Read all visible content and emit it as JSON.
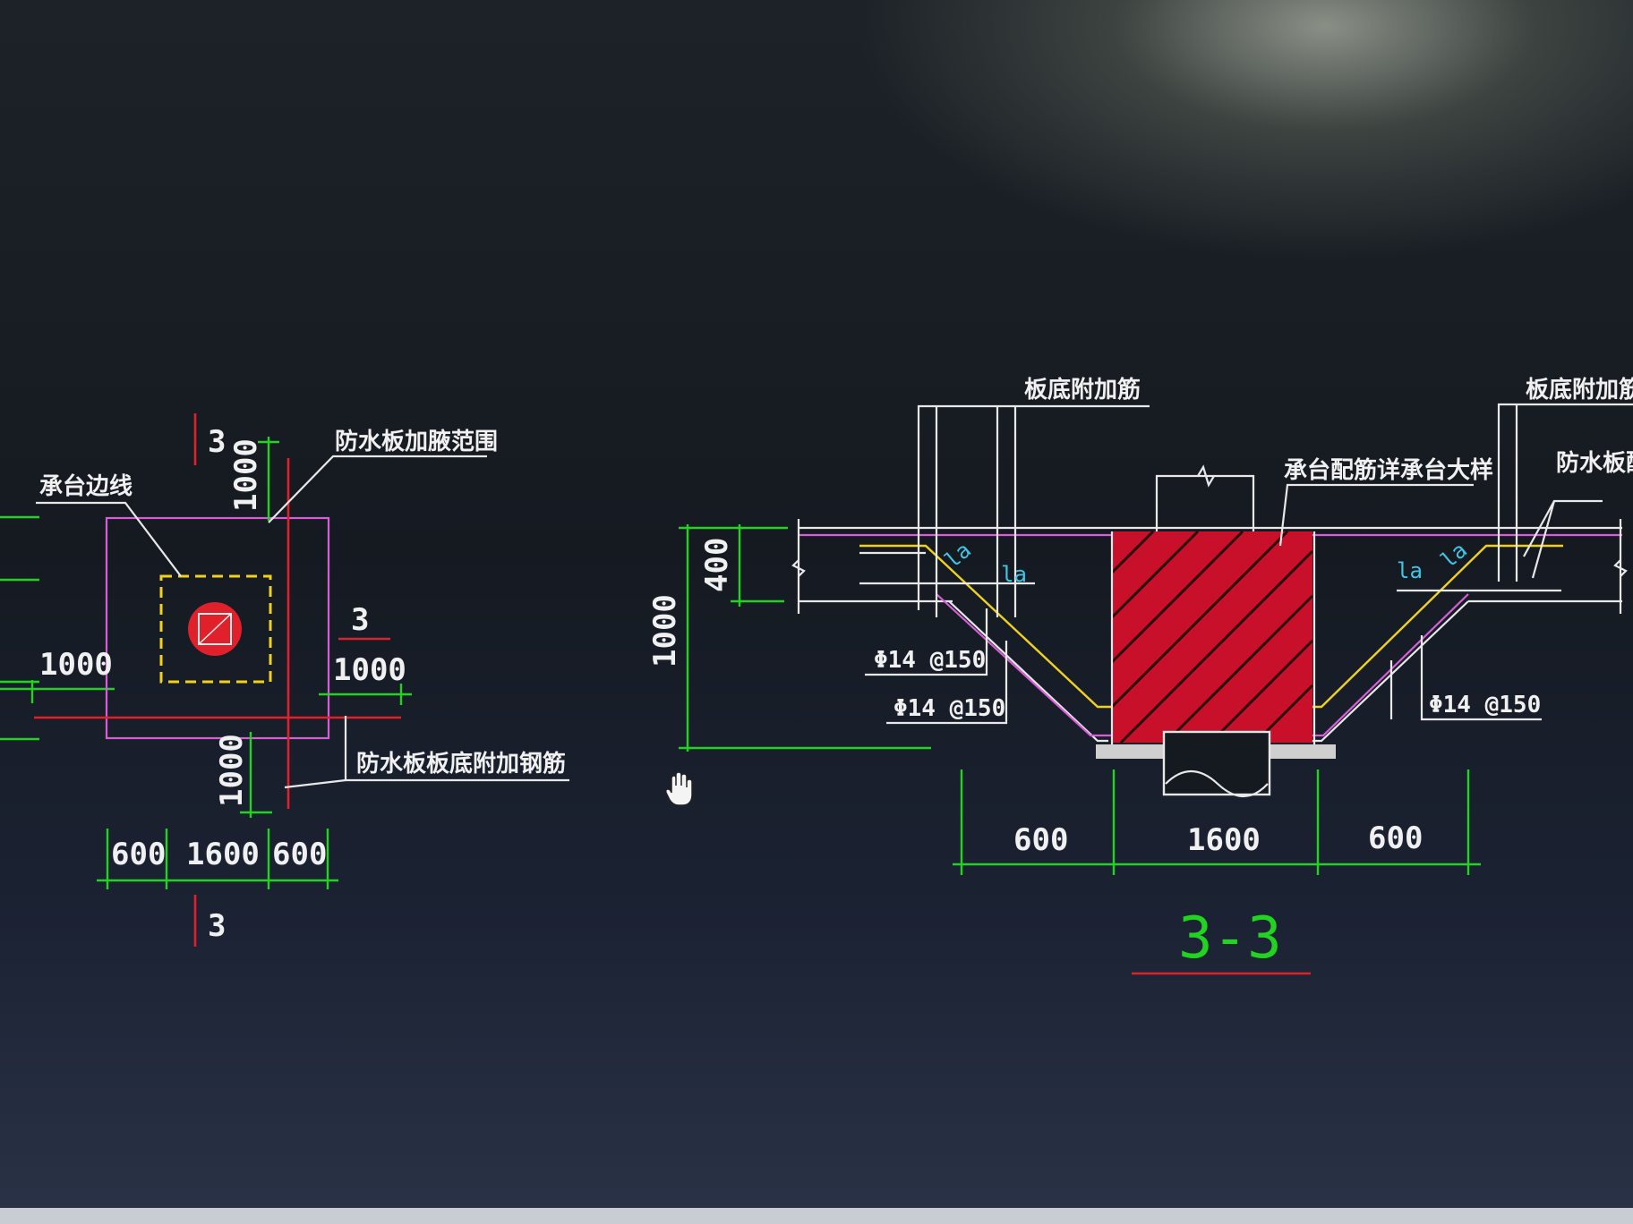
{
  "plan": {
    "section_mark": "3",
    "labels": {
      "cap_edge": "承台边线",
      "waterproof_extent": "防水板加腋范围",
      "bottom_added_bars": "防水板板底附加钢筋"
    },
    "dims": {
      "top_vertical": "1000",
      "left_horizontal": "1000",
      "right_horizontal": "1000",
      "bottom_vertical": "1000",
      "bottom_left": "600",
      "bottom_mid": "1600",
      "bottom_right": "600"
    }
  },
  "section": {
    "title": "3-3",
    "labels": {
      "bottom_added_left": "板底附加筋",
      "bottom_added_right": "板底附加筋",
      "cap_reinf_note": "承台配筋详承台大样",
      "waterproof_bars": "防水板配筋"
    },
    "anchor_marks": [
      "la",
      "la",
      "la",
      "la"
    ],
    "rebar_notes": [
      "Φ14 @150",
      "Φ14 @150",
      "Φ14 @150"
    ],
    "dims": {
      "thickness": "400",
      "depth": "1000",
      "left": "600",
      "mid": "1600",
      "right": "600"
    }
  },
  "colors": {
    "background": "#161b22",
    "dimension": "#22d322",
    "section_line": "#e0202a",
    "outline": "#d65ed6",
    "rebar": "#f0d21e",
    "text": "#f0f0f0",
    "anchor": "#3fc6e6"
  },
  "cursor_icon": "hand-pan-icon"
}
